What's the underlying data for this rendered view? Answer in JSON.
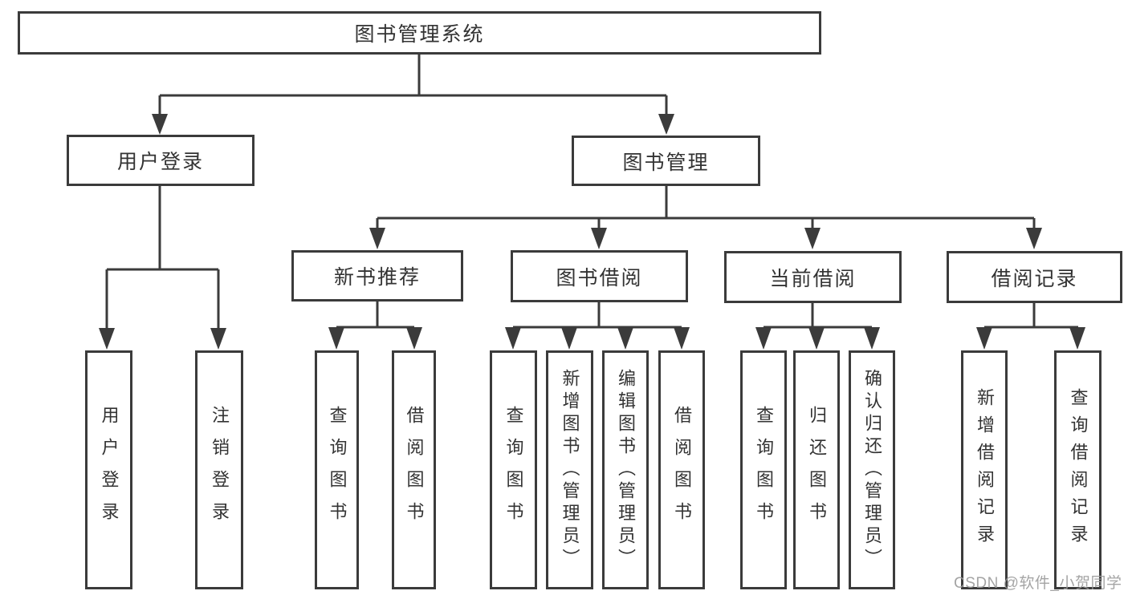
{
  "colors": {
    "line": "#3b3b3b",
    "node_border": "#3b3b3b",
    "node_background": "#ffffff",
    "text": "#333333",
    "watermark_text": "#9b9b9b",
    "page_background": "#ffffff"
  },
  "watermark": {
    "text": "CSDN @软件_小贺同学"
  },
  "diagram": {
    "type": "hierarchy-tree",
    "root": {
      "label": "图书管理系统",
      "children": [
        {
          "label": "用户登录",
          "children": [
            {
              "label": "用户登录"
            },
            {
              "label": "注销登录"
            }
          ]
        },
        {
          "label": "图书管理",
          "children": [
            {
              "label": "新书推荐",
              "children": [
                {
                  "label": "查询图书"
                },
                {
                  "label": "借阅图书"
                }
              ]
            },
            {
              "label": "图书借阅",
              "children": [
                {
                  "label": "查询图书"
                },
                {
                  "label": "新增图书（管理员）"
                },
                {
                  "label": "编辑图书（管理员）"
                },
                {
                  "label": "借阅图书"
                }
              ]
            },
            {
              "label": "当前借阅",
              "children": [
                {
                  "label": "查询图书"
                },
                {
                  "label": "归还图书"
                },
                {
                  "label": "确认归还（管理员）"
                }
              ]
            },
            {
              "label": "借阅记录",
              "children": [
                {
                  "label": "新增借阅记录"
                },
                {
                  "label": "查询借阅记录"
                }
              ]
            }
          ]
        }
      ]
    }
  }
}
